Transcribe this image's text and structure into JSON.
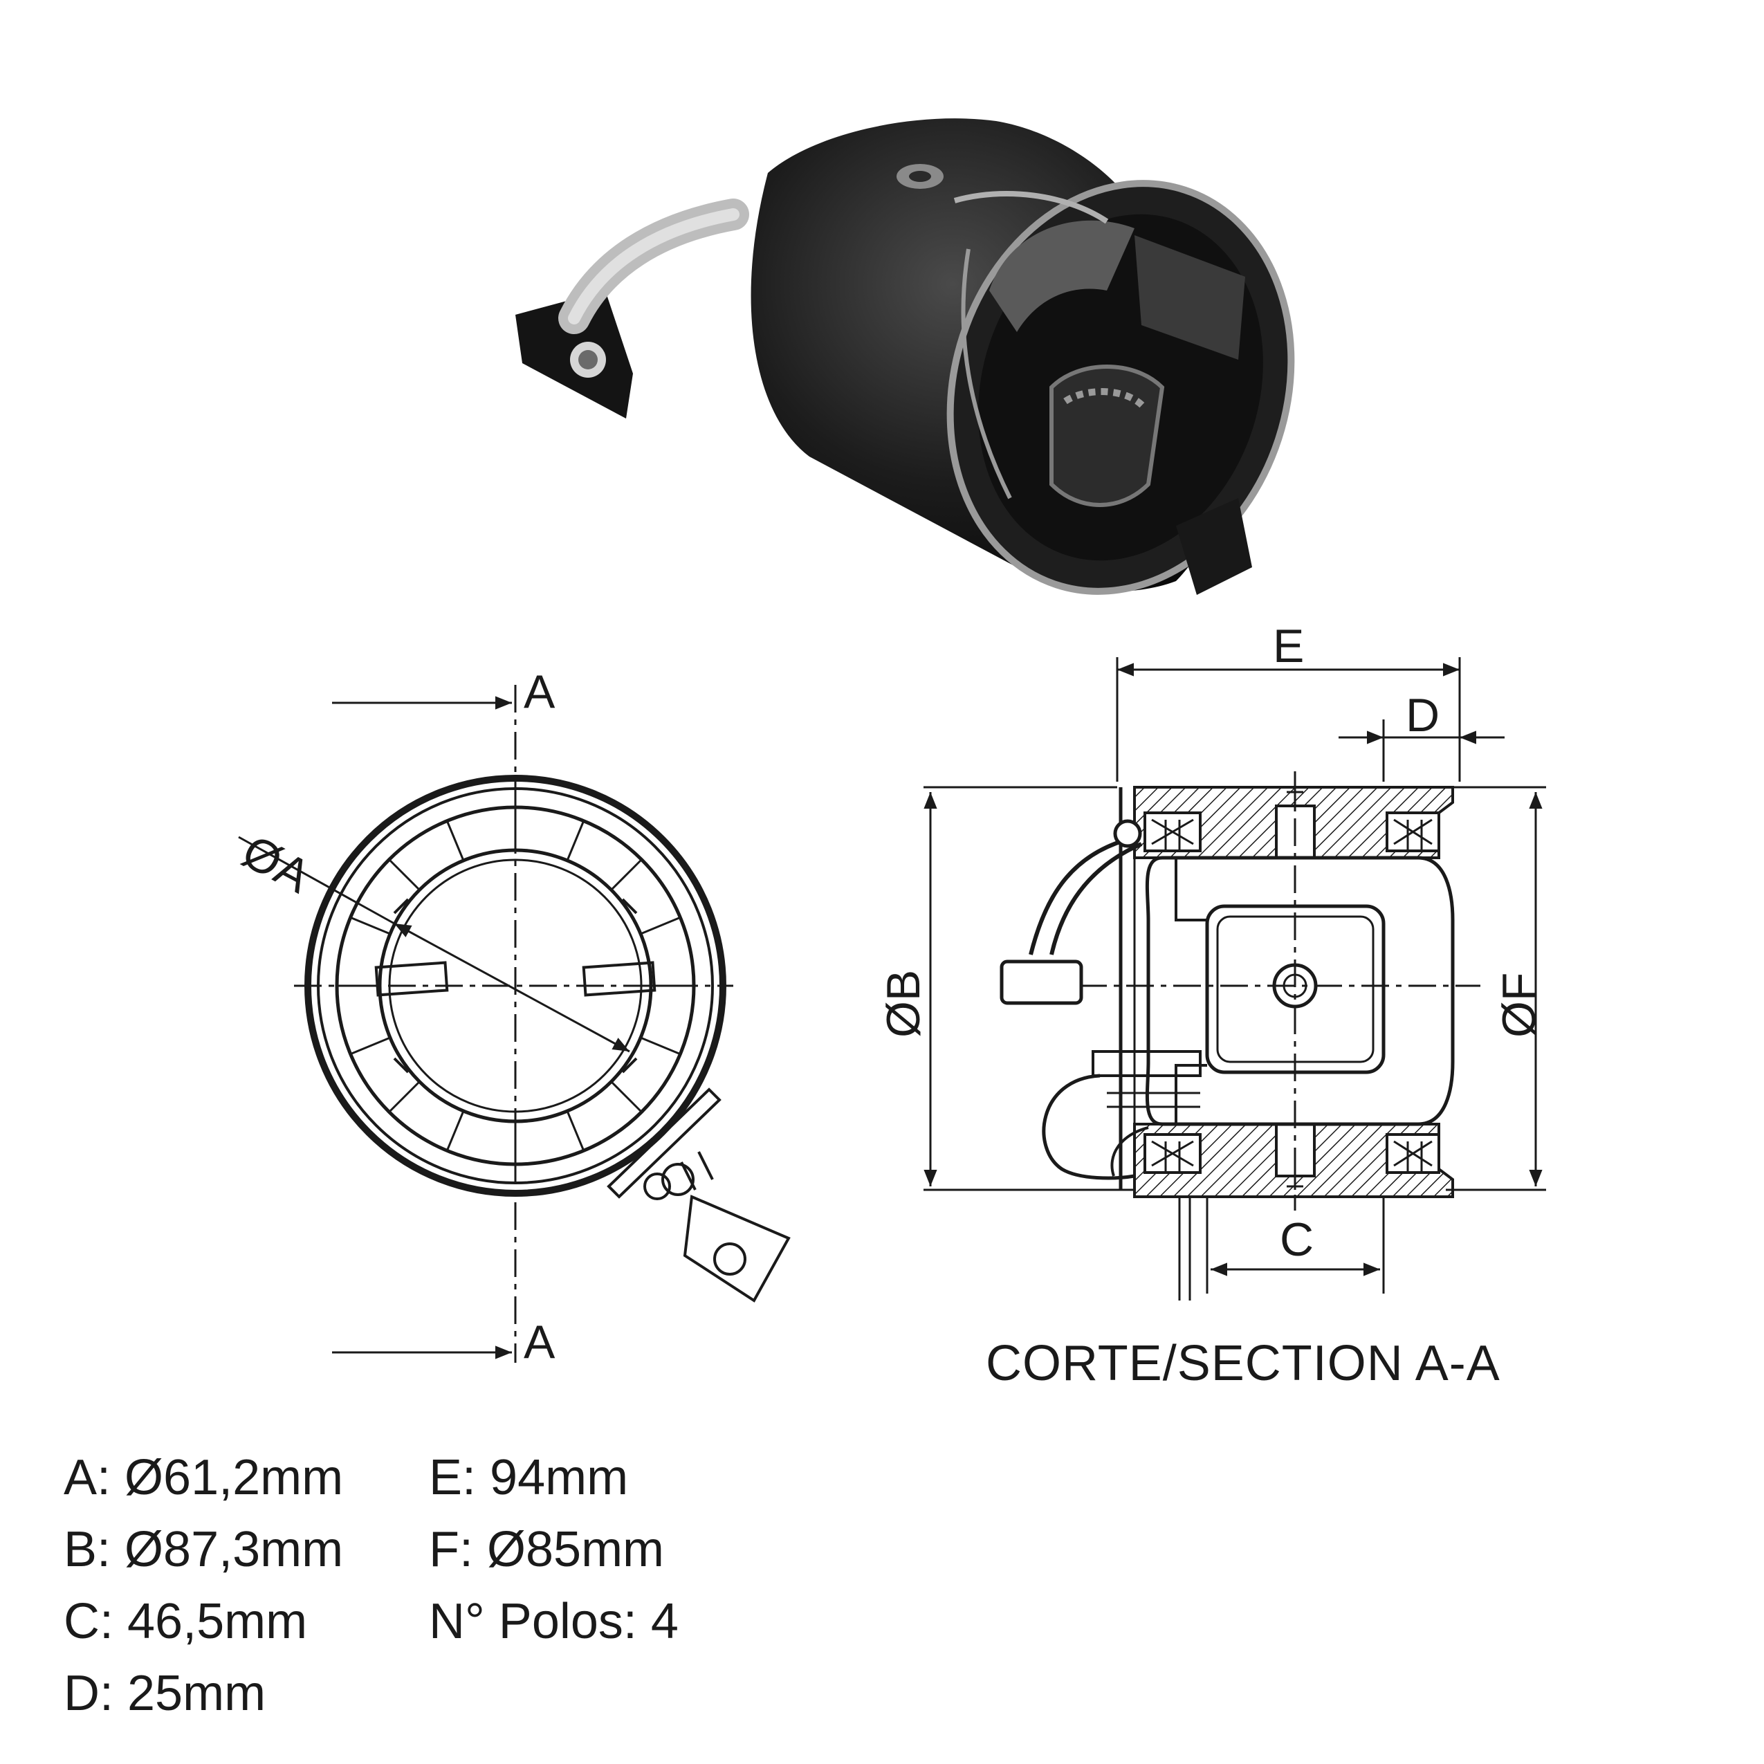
{
  "front_view": {
    "section_mark_top": "A",
    "section_mark_bottom": "A",
    "diameter_label": "ØA"
  },
  "section_view": {
    "dim_e": "E",
    "dim_d": "D",
    "dim_c": "C",
    "dim_b": "ØB",
    "dim_f": "ØF",
    "title": "CORTE/SECTION  A-A"
  },
  "specs": {
    "a": "A: Ø61,2mm",
    "b": "B: Ø87,3mm",
    "c": "C: 46,5mm",
    "d": "D: 25mm",
    "e": "E: 94mm",
    "f": "F: Ø85mm",
    "poles": "N° Polos: 4"
  },
  "colors": {
    "line": "#1a1a1a",
    "product_dark": "#161616",
    "product_mid": "#3a3a3a",
    "cable": "#c9c9c9"
  }
}
